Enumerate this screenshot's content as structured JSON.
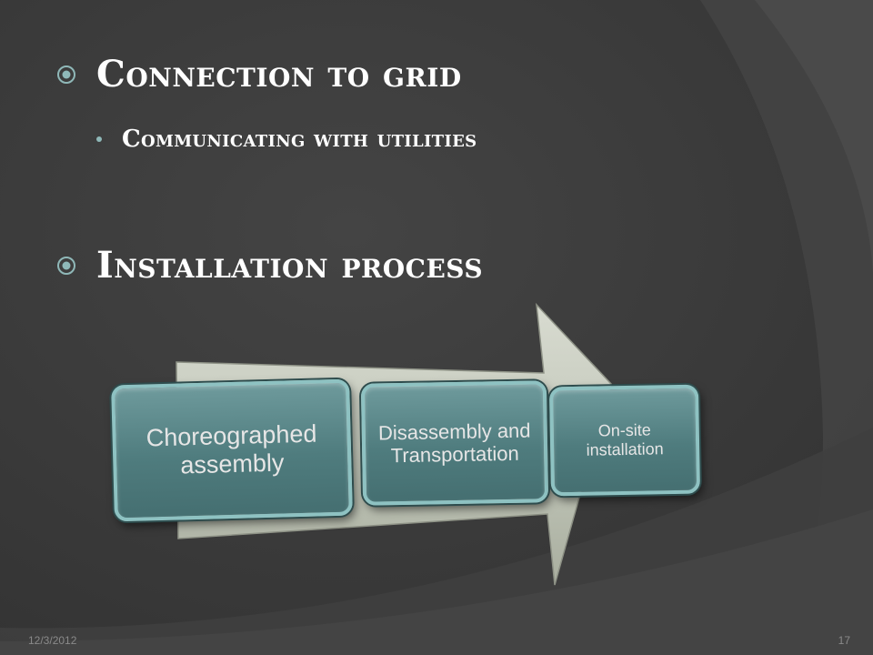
{
  "slide": {
    "bullets": [
      {
        "text": "Connection to grid",
        "level": 1
      },
      {
        "text": "Communicating with utilities",
        "level": 2
      },
      {
        "text": "Installation process",
        "level": 1
      }
    ],
    "process_steps": [
      {
        "label": "Choreographed assembly"
      },
      {
        "label": "Disassembly and Transportation"
      },
      {
        "label": "On-site installation"
      }
    ],
    "footer": {
      "date": "12/3/2012",
      "page_number": "17"
    }
  },
  "colors": {
    "background": "#3a3a3a",
    "bullet_icon": "#8fb8b8",
    "box_fill": "#567f81",
    "box_border": "#8ec2c2",
    "arrow_fill": "#c8ccc0"
  },
  "icons": [
    "circle-dot-bullet-icon",
    "small-dot-bullet-icon"
  ]
}
